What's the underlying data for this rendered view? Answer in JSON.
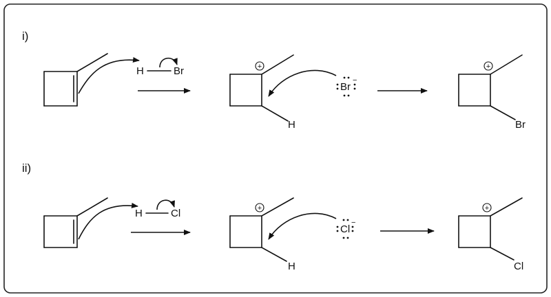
{
  "panels": [
    {
      "label": "i)",
      "acid_h": "H",
      "acid_x": "Br",
      "added_h": "H",
      "nucleophile": "Br",
      "anion_charge": "−",
      "cation_charge": "+",
      "product_cation_charge": "+",
      "product_substituent": "Br"
    },
    {
      "label": "ii)",
      "acid_h": "H",
      "acid_x": "Cl",
      "added_h": "H",
      "nucleophile": "Cl",
      "anion_charge": "−",
      "cation_charge": "+",
      "product_cation_charge": "+",
      "product_substituent": "Cl"
    }
  ]
}
